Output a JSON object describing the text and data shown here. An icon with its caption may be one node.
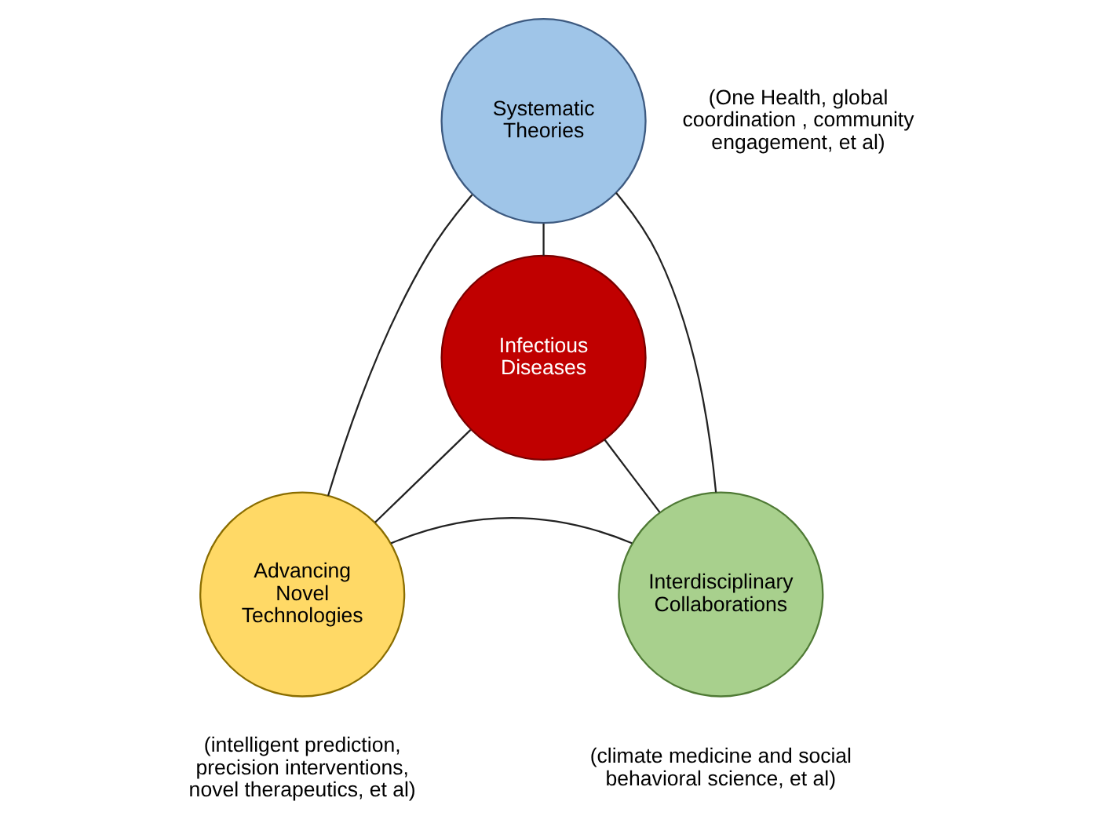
{
  "diagram": {
    "nodes": [
      {
        "text": [
          "Systematic Theories"
        ],
        "beside": [
          "(One Health, global coordination , community engagement, et al)"
        ]
      },
      {
        "text": [
          "Infectious Diseases"
        ]
      },
      {
        "text": [
          "Advancing Novel Technologies"
        ],
        "beside": [
          "(intelligent prediction, precision interventions, novel therapeutics, et al)"
        ]
      },
      {
        "text": [
          "Interdisciplinary Collaborations"
        ],
        "beside": [
          "(climate medicine and social behavioral science, et al)"
        ]
      }
    ],
    "edges": [
      {
        "from": 0,
        "to": 1,
        "arrow": "none"
      },
      {
        "from": 1,
        "to": 2,
        "arrow": "none"
      },
      {
        "from": 1,
        "to": 3,
        "arrow": "none"
      },
      {
        "from": 0,
        "to": 2,
        "arrow": "none"
      },
      {
        "from": 0,
        "to": 3,
        "arrow": "none"
      },
      {
        "from": 2,
        "to": 3,
        "arrow": "none"
      }
    ]
  }
}
